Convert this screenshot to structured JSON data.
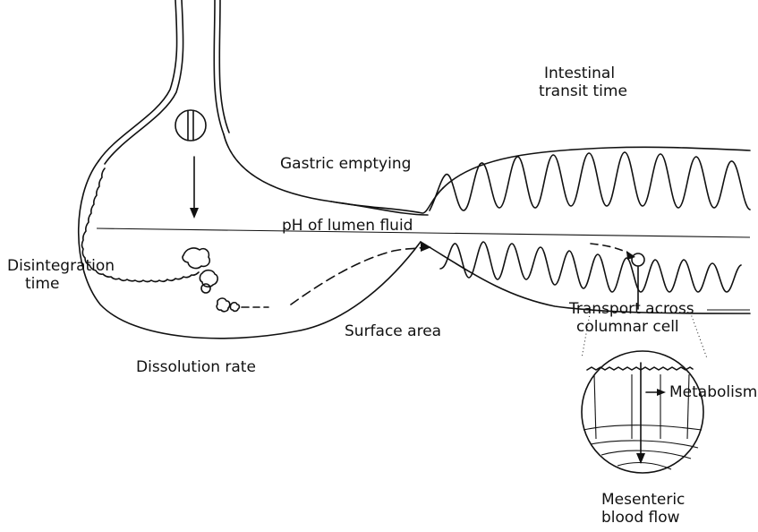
{
  "labels": {
    "intestinal_transit": [
      "Intestinal",
      "transit time"
    ],
    "gastric_emptying": "Gastric emptying",
    "ph_lumen": "pH of lumen fluid",
    "disintegration": [
      "Disintegration",
      "time"
    ],
    "surface_area": "Surface area",
    "dissolution_rate": "Dissolution rate",
    "transport": [
      "Transport across",
      "columnar cell"
    ],
    "metabolism": "Metabolism",
    "mesenteric": [
      "Mesenteric",
      "blood flow"
    ]
  }
}
